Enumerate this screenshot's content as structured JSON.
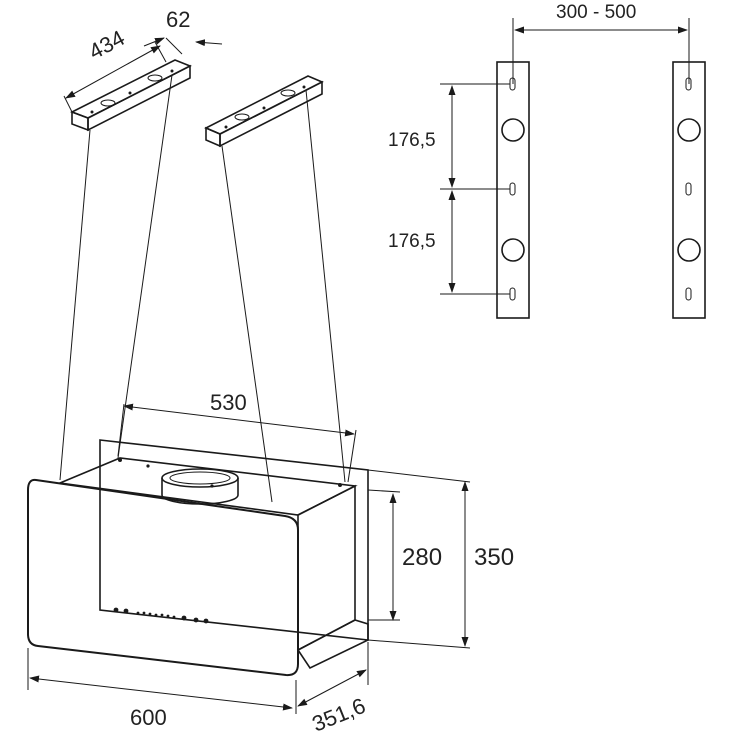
{
  "dimensions": {
    "bracket_length": "434",
    "bracket_width": "62",
    "bracket_spacing": "300 - 500",
    "hole_spacing_upper": "176,5",
    "hole_spacing_lower": "176,5",
    "cable_spacing": "530",
    "inner_height": "280",
    "total_height": "350",
    "width": "600",
    "depth": "351,6"
  },
  "colors": {
    "stroke": "#1a1a1a",
    "text": "#222222",
    "background": "#ffffff"
  }
}
